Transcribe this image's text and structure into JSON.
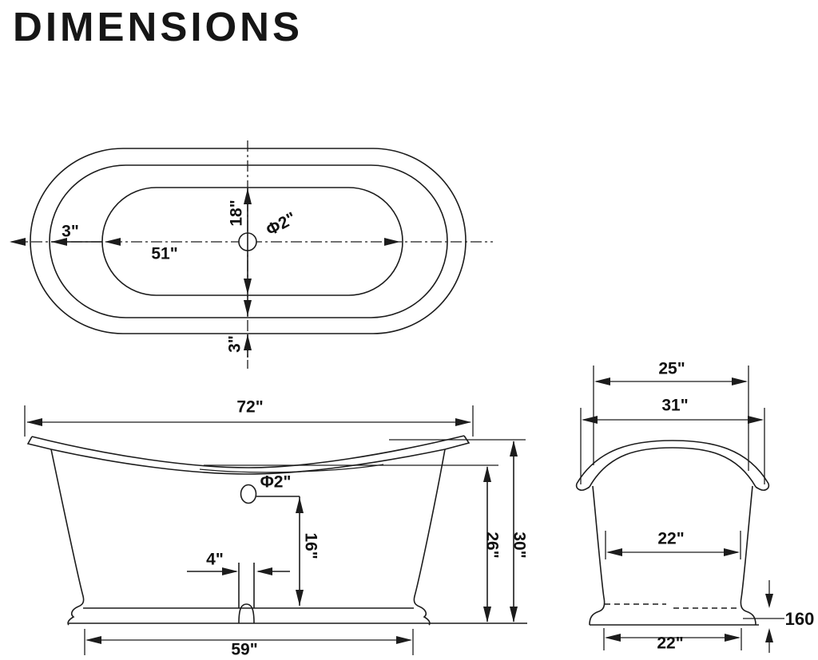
{
  "title": "DIMENSIONS",
  "colors": {
    "line": "#1c1c1c",
    "background": "#ffffff",
    "text": "#111111"
  },
  "views": {
    "top_view": {
      "name": "bathtub plan view",
      "rim_side": "3\"",
      "basin_length": "51\"",
      "basin_width": "18\"",
      "drain_diameter": "Φ2\"",
      "rim_end": "3\""
    },
    "front_view": {
      "name": "bathtub front elevation",
      "overall_length": "72\"",
      "drain_diameter": "Φ2\"",
      "drain_center_height": "16\"",
      "drain_offset": "4\"",
      "base_length": "59\"",
      "rim_low_height": "26\"",
      "overall_height": "30\""
    },
    "end_view": {
      "name": "bathtub end elevation",
      "top_inner_width": "25\"",
      "overall_width": "31\"",
      "inner_width": "22\"",
      "base_width": "22\"",
      "base_height": "160"
    }
  }
}
